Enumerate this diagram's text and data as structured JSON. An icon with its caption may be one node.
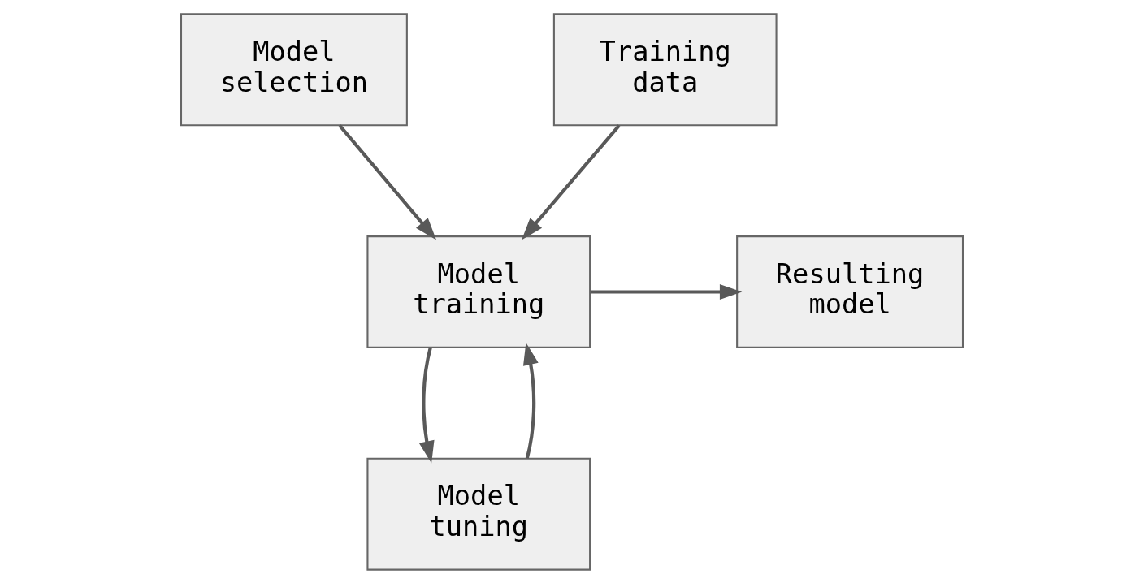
{
  "diagram": {
    "nodes": [
      {
        "text": [
          "Model selection"
        ]
      },
      {
        "text": [
          "Training data"
        ]
      },
      {
        "text": [
          "Model training"
        ]
      },
      {
        "text": [
          "Resulting model"
        ]
      },
      {
        "text": [
          "Model tuning"
        ]
      }
    ],
    "edges": [
      {
        "from": 0,
        "to": 2,
        "arrow": "to"
      },
      {
        "from": 1,
        "to": 2,
        "arrow": "to"
      },
      {
        "from": 2,
        "to": 3,
        "arrow": "to"
      },
      {
        "from": 2,
        "to": 4,
        "arrow": "to"
      },
      {
        "from": 4,
        "to": 2,
        "arrow": "to"
      }
    ]
  }
}
